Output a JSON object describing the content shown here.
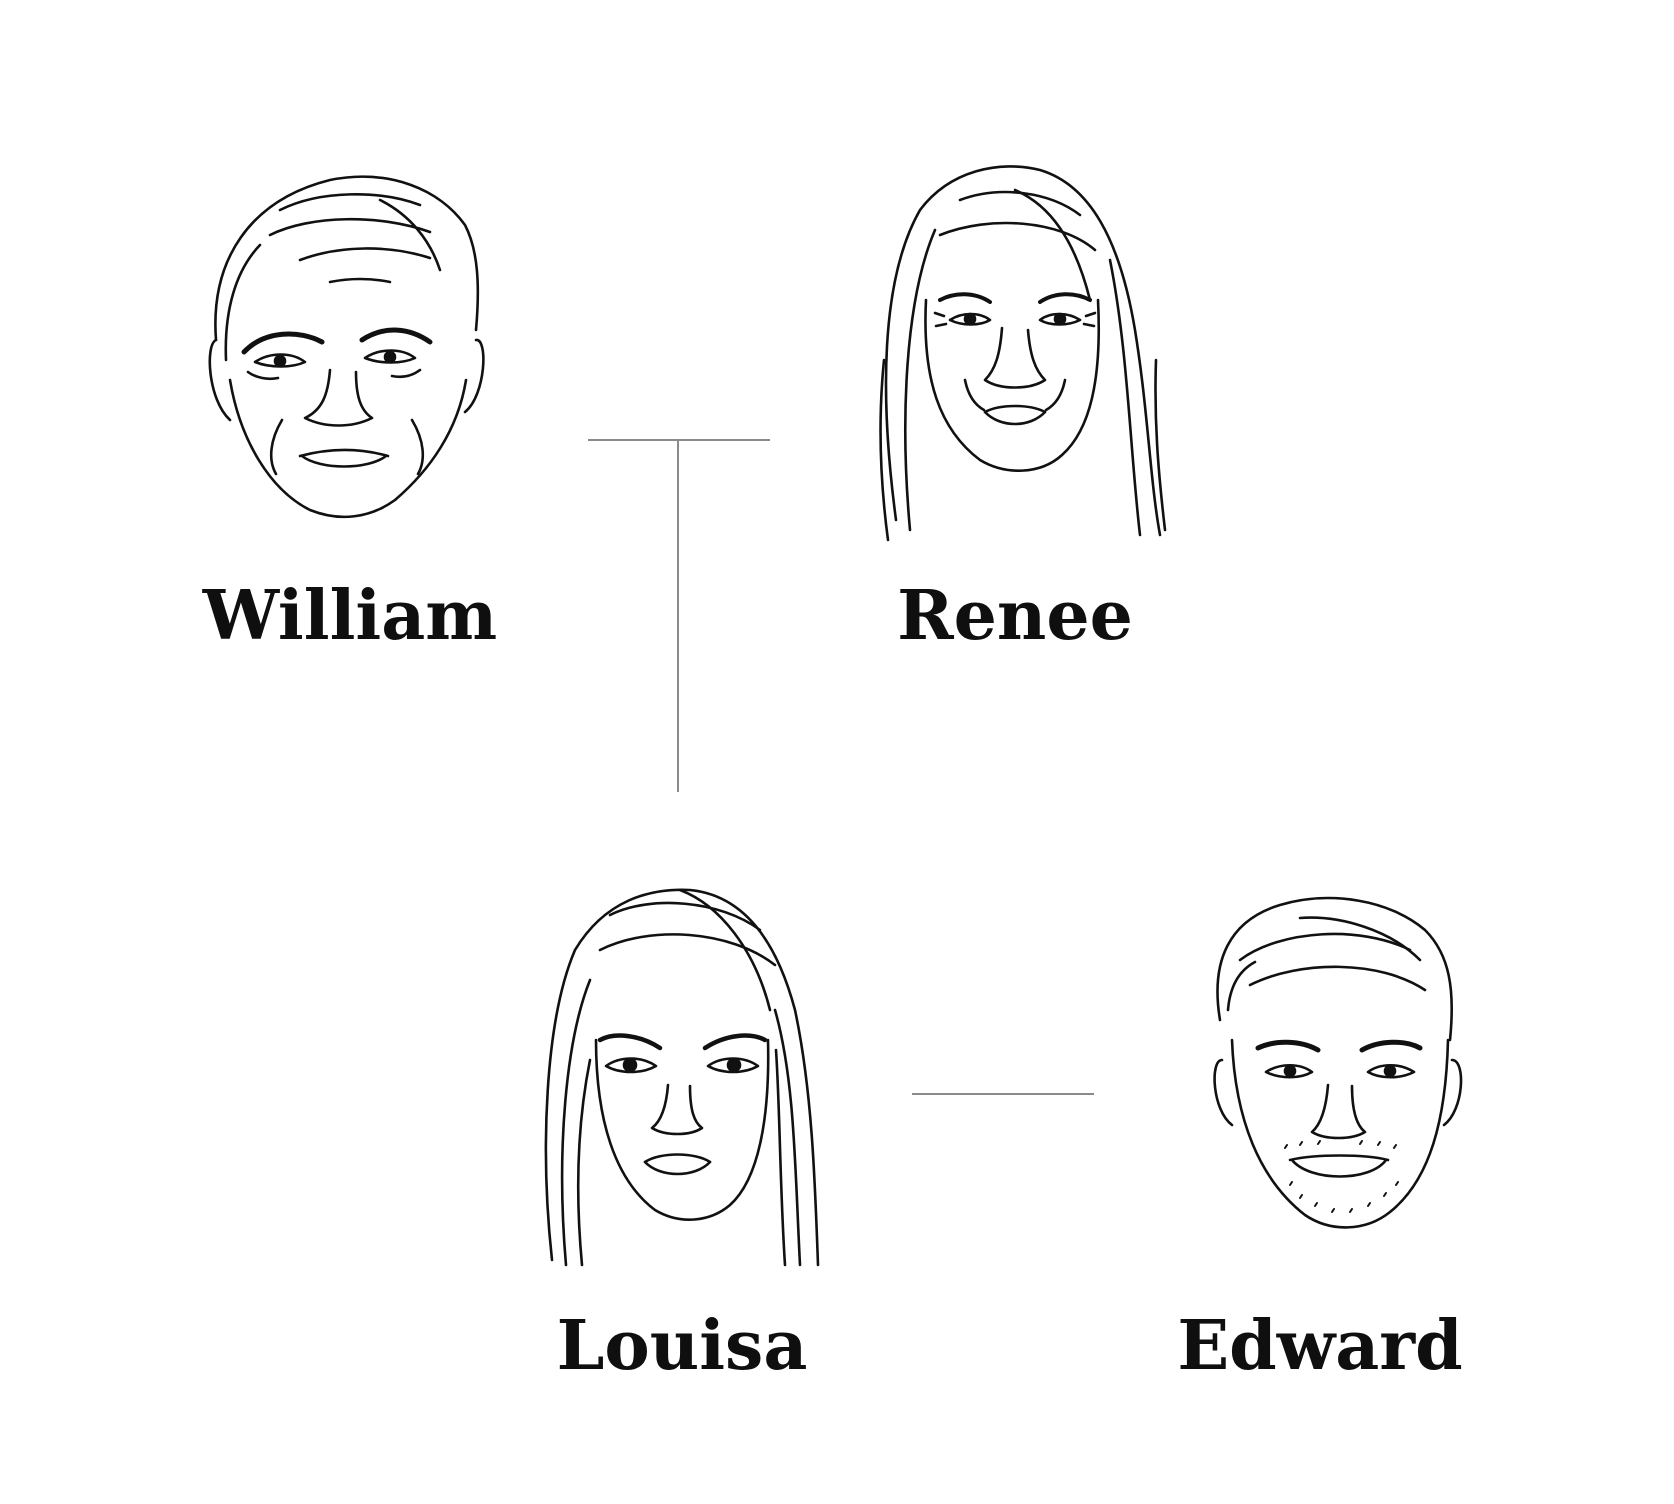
{
  "people": {
    "william": {
      "name": "William"
    },
    "renee": {
      "name": "Renee"
    },
    "louisa": {
      "name": "Louisa"
    },
    "edward": {
      "name": "Edward"
    }
  },
  "colors": {
    "ink": "#0f0f0f",
    "connector": "#8a8a8a",
    "background": "#ffffff"
  },
  "icons": {
    "william": "older-man-face-icon",
    "renee": "woman-long-hair-face-icon",
    "louisa": "young-woman-face-icon",
    "edward": "young-man-face-icon"
  }
}
